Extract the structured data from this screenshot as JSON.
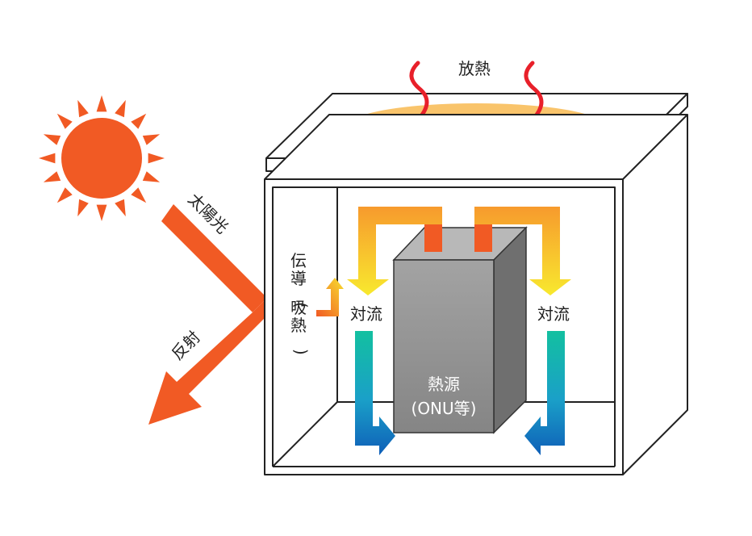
{
  "labels": {
    "heat_dissipation": "放熱",
    "conduction_top": "伝導",
    "sunlight": "太陽光",
    "reflection": "反射",
    "conduction_absorption": "伝導(吸熱)",
    "convection_left": "対流",
    "convection_right": "対流",
    "heat_source_line1": "熱源",
    "heat_source_line2": "(ONU等)"
  },
  "colors": {
    "sun": "#f15a24",
    "solar_arrow": "#f15a24",
    "heat_wave": "#e8202a",
    "conduction_ellipse": "#f9c46b",
    "hot_orange": "#f15a24",
    "hot_yellow": "#f8f130",
    "cool_teal": "#11b8a0",
    "cool_blue": "#0f63b8",
    "box_front": "#8e8e8e",
    "box_side": "#6f6f6f",
    "box_top": "#b7b7b7",
    "outline": "#222222"
  }
}
